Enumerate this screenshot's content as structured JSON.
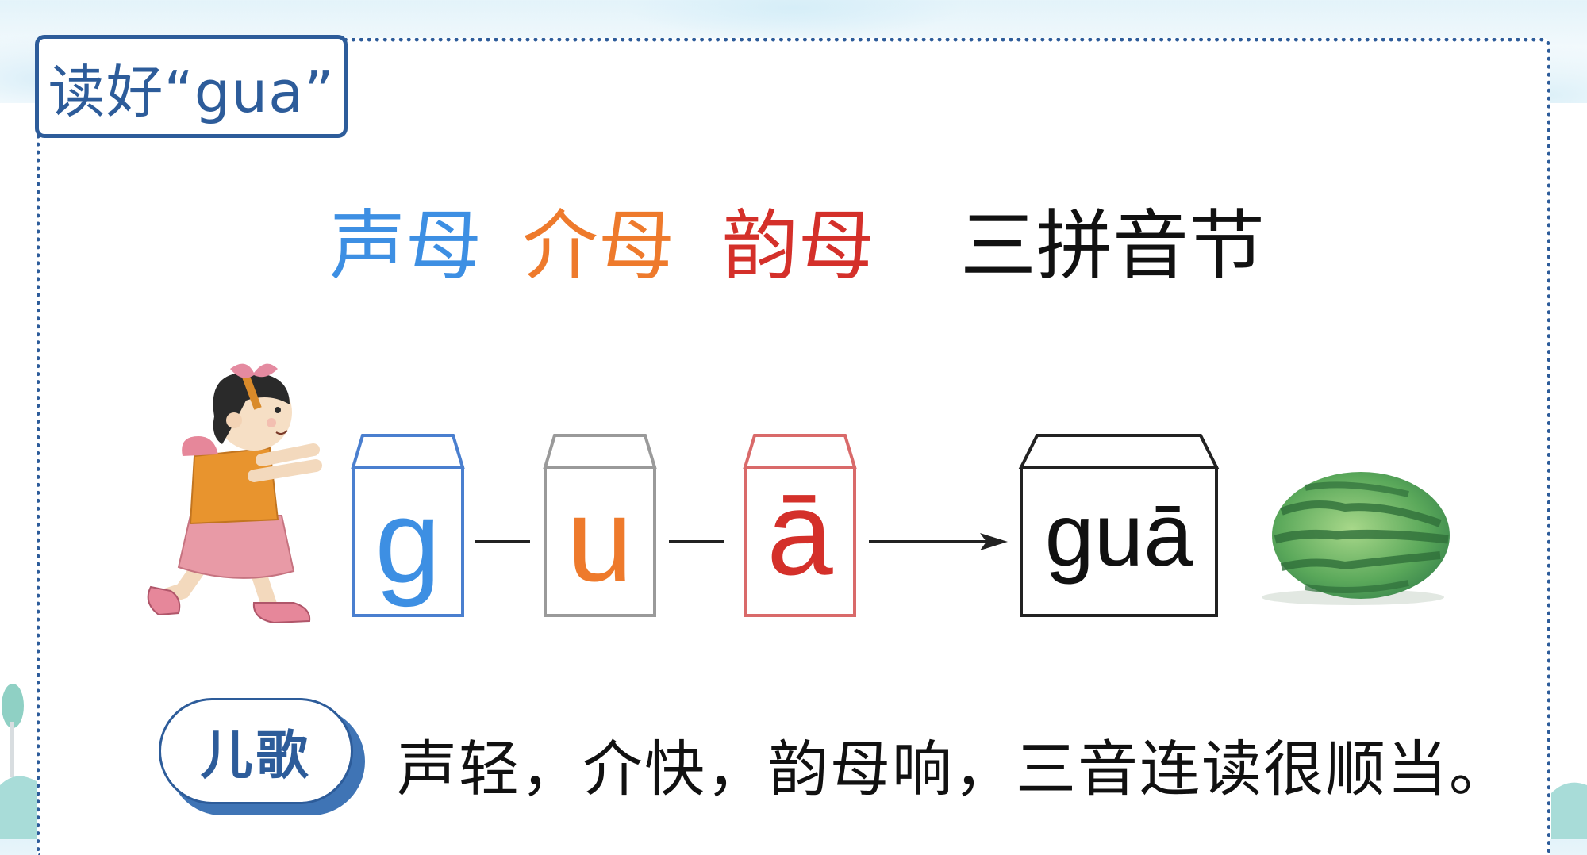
{
  "title_tab": {
    "label": "读好“gua”"
  },
  "heading": {
    "shengmu": "声母",
    "jiemu": "介母",
    "yunmu": "韵母",
    "sanpin": "三拼音节"
  },
  "syllable_boxes": [
    {
      "role": "声母",
      "letter": "g",
      "letter_color": "#3d8fe3",
      "border_color": "#4a7fcf"
    },
    {
      "role": "介母",
      "letter": "u",
      "letter_color": "#ee7a2c",
      "border_color": "#9a9a9a"
    },
    {
      "role": "韵母",
      "letter": "ā",
      "letter_color": "#d4302a",
      "border_color": "#d96a6a"
    }
  ],
  "result_box": {
    "syllable": "guā",
    "color": "#111111"
  },
  "illustrations": {
    "girl": "girl-pushing-box-illustration",
    "melon": "watermelon-illustration"
  },
  "rhyme": {
    "badge": "儿歌",
    "text": "声轻，介快，韵母响，三音连读很顺当。"
  },
  "colors": {
    "frame": "#2d5c9a",
    "shengmu": "#3d8fe3",
    "jiemu": "#ee7a2c",
    "yunmu": "#d4302a"
  }
}
